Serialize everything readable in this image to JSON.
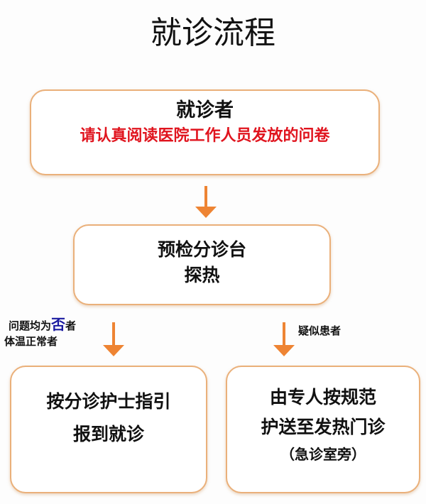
{
  "title": "就诊流程",
  "box1": {
    "heading": "就诊者",
    "note": "请认真阅读医院工作人员发放的问卷",
    "note_color": "#e0141e"
  },
  "box2": {
    "line1": "预检分诊台",
    "line2": "探热"
  },
  "left_branch": {
    "label_prefix": "问题均为",
    "label_highlight": "否",
    "label_suffix": "者",
    "label_line2": "体温正常者"
  },
  "right_branch": {
    "label": "疑似患者"
  },
  "box3": {
    "line1": "按分诊护士指引",
    "line2": "报到就诊"
  },
  "box4": {
    "line1": "由专人按规范",
    "line2": "护送至发热门诊",
    "line3": "（急诊室旁）"
  },
  "colors": {
    "arrow": "#ee8433",
    "border": "#eab07a"
  }
}
